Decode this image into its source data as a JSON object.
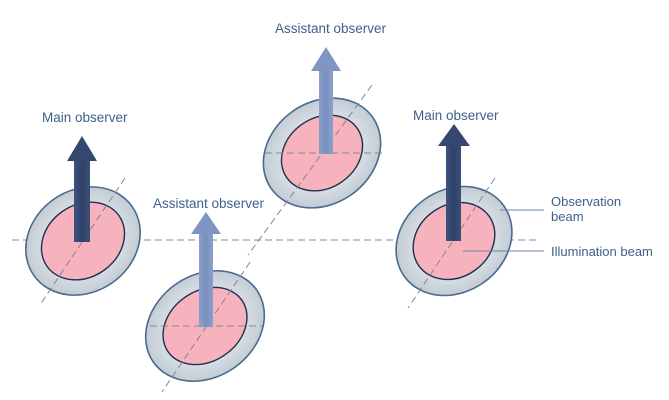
{
  "labels": {
    "main_observer_left": "Main observer",
    "assistant_observer_top": "Assistant observer",
    "assistant_observer_mid": "Assistant observer",
    "main_observer_right": "Main observer",
    "observation_beam_line1": "Observation",
    "observation_beam_line2": "beam",
    "illumination_beam": "Illumination beam"
  },
  "colors": {
    "outer_ring_fill": "#cfd7de",
    "outer_ring_stroke": "#4a6a90",
    "illumination_fill": "#f6b3bd",
    "illumination_stroke": "#1f3050",
    "main_arrow": "#34476f",
    "assistant_arrow": "#7f96c3",
    "dashed_line": "#808890",
    "label_text": "#3f5f8a"
  }
}
